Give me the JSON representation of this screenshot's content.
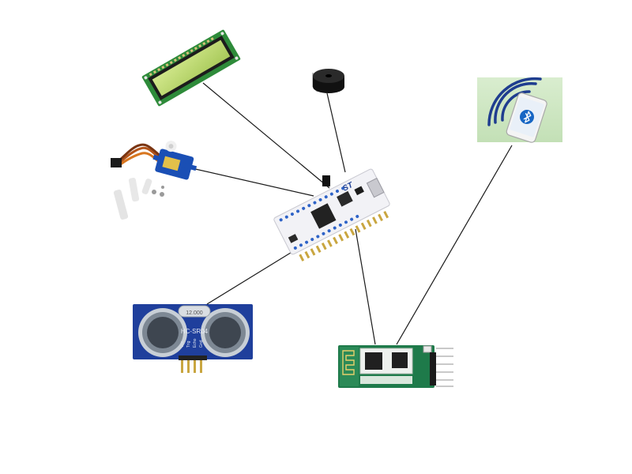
{
  "diagram": {
    "hub": {
      "name": "STM32 Nucleo-32 board",
      "logo": "ST"
    },
    "components": [
      {
        "id": "lcd",
        "name": "LCD 16x2 display module"
      },
      {
        "id": "buzzer",
        "name": "Buzzer"
      },
      {
        "id": "servo",
        "name": "Servo motor"
      },
      {
        "id": "ultrasonic",
        "name": "Ultrasonic sensor",
        "label": "HC-SR04",
        "pins": [
          "Vcc",
          "Trig",
          "Echo",
          "Gnd"
        ],
        "crystal": "12.000"
      },
      {
        "id": "bluetooth",
        "name": "Bluetooth module"
      },
      {
        "id": "phone",
        "name": "Smartphone",
        "icon": "bluetooth-icon"
      }
    ],
    "connections": [
      {
        "from": "lcd",
        "to": "hub"
      },
      {
        "from": "buzzer",
        "to": "hub"
      },
      {
        "from": "servo",
        "to": "hub"
      },
      {
        "from": "ultrasonic",
        "to": "hub"
      },
      {
        "from": "bluetooth",
        "to": "hub"
      },
      {
        "from": "phone",
        "to": "bluetooth"
      }
    ],
    "colors": {
      "line": "#1a1a1a",
      "lcd_pcb": "#2e8b3a",
      "lcd_screen": "#b9d66a",
      "board_pcb": "#f2f2f6",
      "sensor_pcb": "#1f3f9c",
      "bt_pcb": "#1e7a4a",
      "phone_bg": "#cfe7c4",
      "bt_blue": "#1766c4",
      "servo_blue": "#1a4fb5"
    }
  }
}
